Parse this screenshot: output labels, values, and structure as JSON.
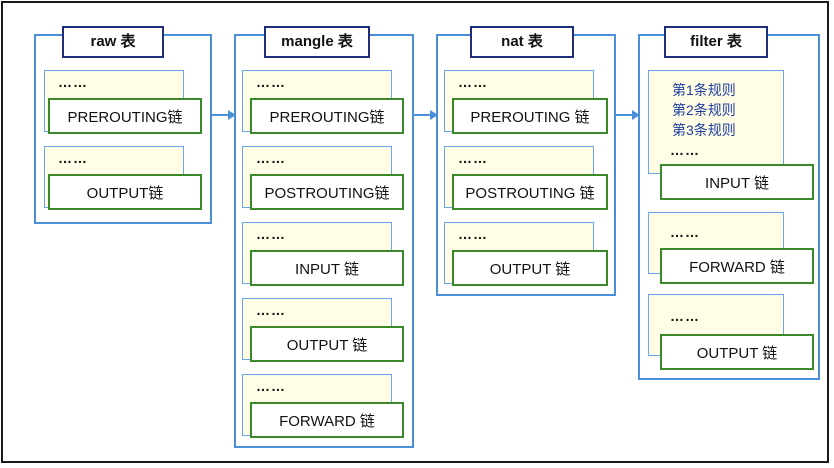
{
  "tables": [
    {
      "title": "raw 表",
      "groups": [
        {
          "dots": "……",
          "chain": "PREROUTING链"
        },
        {
          "dots": "……",
          "chain": "OUTPUT链"
        }
      ]
    },
    {
      "title": "mangle 表",
      "groups": [
        {
          "dots": "……",
          "chain": "PREROUTING链"
        },
        {
          "dots": "……",
          "chain": "POSTROUTING链"
        },
        {
          "dots": "……",
          "chain": "INPUT 链"
        },
        {
          "dots": "……",
          "chain": "OUTPUT 链"
        },
        {
          "dots": "……",
          "chain": "FORWARD 链"
        }
      ]
    },
    {
      "title": "nat 表",
      "groups": [
        {
          "dots": "……",
          "chain": "PREROUTING 链"
        },
        {
          "dots": "……",
          "chain": "POSTROUTING 链"
        },
        {
          "dots": "……",
          "chain": "OUTPUT 链"
        }
      ]
    },
    {
      "title": "filter 表",
      "rules": [
        "第1条规则",
        "第2条规则",
        "第3条规则"
      ],
      "groups": [
        {
          "dots": "……",
          "chain": "INPUT 链"
        },
        {
          "dots": "……",
          "chain": "FORWARD 链"
        },
        {
          "dots": "……",
          "chain": "OUTPUT 链"
        }
      ]
    }
  ],
  "colors": {
    "table_border": "#4a90d9",
    "title_border": "#1f2f7a",
    "note_fill": "#fffde6",
    "chain_border": "#3b8a2a",
    "rule_text": "#1f3f9f"
  }
}
